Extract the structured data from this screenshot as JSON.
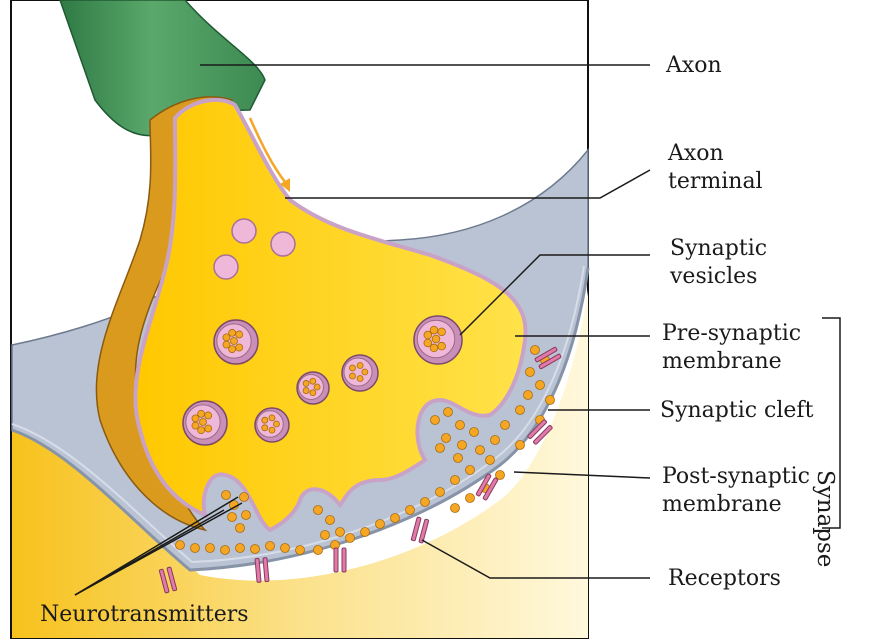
{
  "labels": {
    "axon": "Axon",
    "axon_terminal": [
      "Axon",
      "terminal"
    ],
    "synaptic_vesicles": [
      "Synaptic",
      "vesicles"
    ],
    "pre_synaptic_membrane": [
      "Pre-synaptic",
      "membrane"
    ],
    "synaptic_cleft": "Synaptic cleft",
    "post_synaptic_membrane": [
      "Post-synaptic",
      "membrane"
    ],
    "receptors": "Receptors",
    "neurotransmitters": "Neurotransmitters",
    "synapse": "Synapse"
  },
  "colors": {
    "axon": "#3f8f55",
    "terminal": "#ffd400",
    "terminal_shadow": "#d9901a",
    "membrane": "#c9a2c8",
    "cleft": "#b9c3d4",
    "post_cell": "#fdeaa0",
    "vesicle": "#f0b8d8",
    "neurotransmitter": "#f5a623"
  }
}
